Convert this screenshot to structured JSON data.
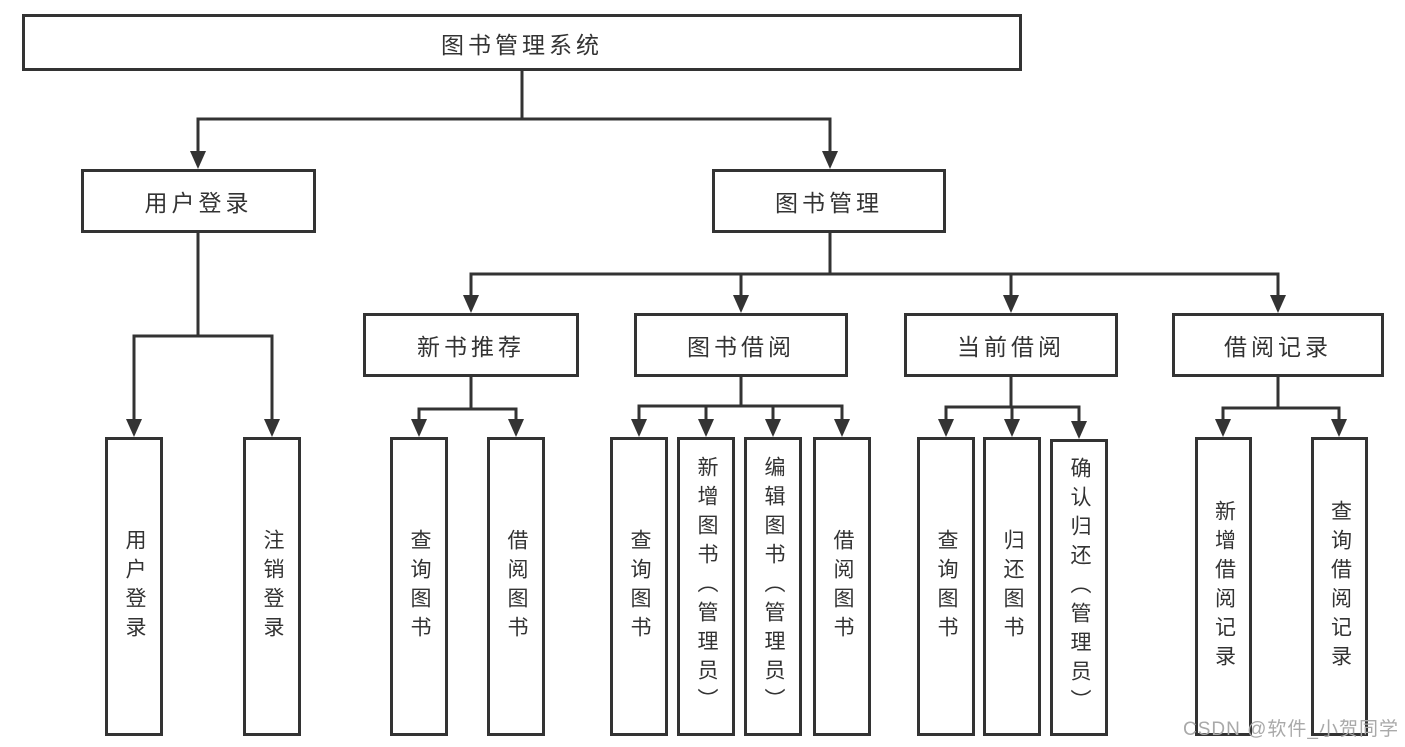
{
  "diagram_title": "图书管理系统",
  "tree": {
    "label": "图书管理系统",
    "children": [
      {
        "label": "用户登录",
        "children": [
          {
            "label": "用户登录"
          },
          {
            "label": "注销登录"
          }
        ]
      },
      {
        "label": "图书管理",
        "children": [
          {
            "label": "新书推荐",
            "children": [
              {
                "label": "查询图书"
              },
              {
                "label": "借阅图书"
              }
            ]
          },
          {
            "label": "图书借阅",
            "children": [
              {
                "label": "查询图书"
              },
              {
                "label": "新增图书（管理员）"
              },
              {
                "label": "编辑图书（管理员）"
              },
              {
                "label": "借阅图书"
              }
            ]
          },
          {
            "label": "当前借阅",
            "children": [
              {
                "label": "查询图书"
              },
              {
                "label": "归还图书"
              },
              {
                "label": "确认归还（管理员）"
              }
            ]
          },
          {
            "label": "借阅记录",
            "children": [
              {
                "label": "新增借阅记录"
              },
              {
                "label": "查询借阅记录"
              }
            ]
          }
        ]
      }
    ]
  },
  "watermark": "CSDN @软件_小贺同学",
  "colors": {
    "line": "#333333",
    "box_border": "#333333",
    "text": "#333333",
    "watermark": "#a9a9a9",
    "background": "#ffffff"
  }
}
